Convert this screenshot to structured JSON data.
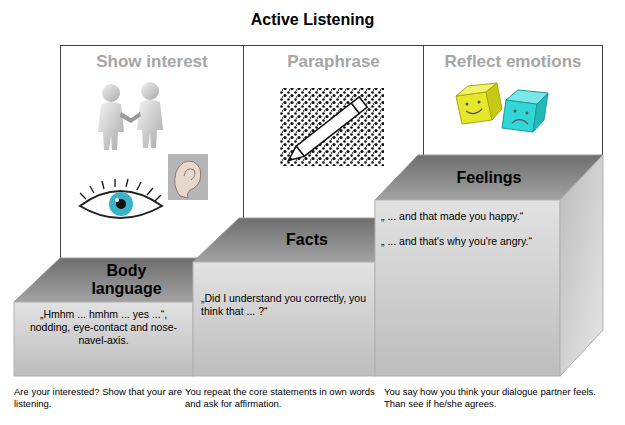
{
  "diagram": {
    "title": "Active Listening",
    "nodes": [
      {
        "text": [
          "Show interest"
        ]
      },
      {
        "text": [
          "Paraphrase"
        ]
      },
      {
        "text": [
          "Reflect emotions"
        ]
      },
      {
        "text": [
          "Body language",
          "„Hmhm ... hmhm ... yes ...“, nodding, eye-contact and nose-navel-axis."
        ]
      },
      {
        "text": [
          "Facts",
          "„Did I understand you correctly, you think that ... ?“"
        ]
      },
      {
        "text": [
          "Feelings",
          "„ ... and that made you happy.“",
          "„ ... and that's why you're angry.“"
        ]
      }
    ],
    "labels": [
      "Are your interested? Show that your are listening.",
      "You repeat the core statements in own words and ask for affirmation.",
      "You say how you think your dialogue partner feels. Than see if he/she agrees."
    ]
  }
}
